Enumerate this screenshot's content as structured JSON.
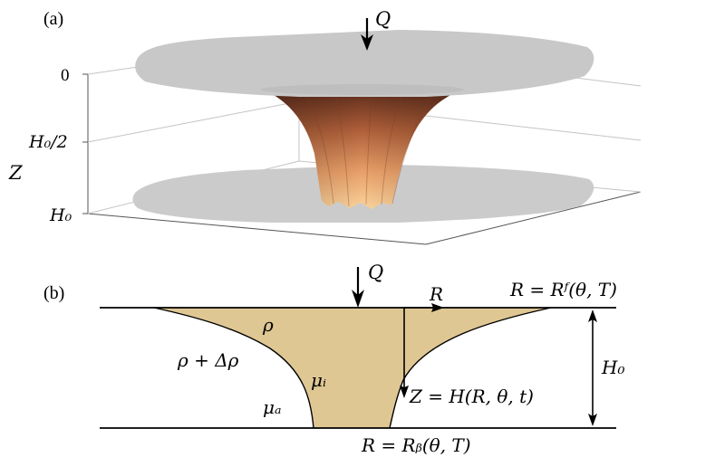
{
  "panel_a": {
    "label": "(a)",
    "flux_label": "Q",
    "z_axis_label": "Z",
    "z_ticks": [
      "0",
      "H₀/2",
      "H₀"
    ],
    "colors": {
      "plate": "#c8c8c8",
      "frame": "#555555",
      "grid": "#bbbbbb"
    }
  },
  "panel_b": {
    "label": "(b)",
    "flux_label": "Q",
    "r_axis_label": "R",
    "front_top": "R = Rᶠ(θ, T)",
    "front_bottom": "R = Rᵦ(θ, T)",
    "rho": "ρ",
    "ambient_density": "ρ + Δρ",
    "mu_i": "μᵢ",
    "mu_a": "μₐ",
    "interface": "Z = H(R, θ, t)",
    "gap_height": "H₀",
    "colors": {
      "fluid": "#dfc794",
      "line": "#000000"
    }
  }
}
